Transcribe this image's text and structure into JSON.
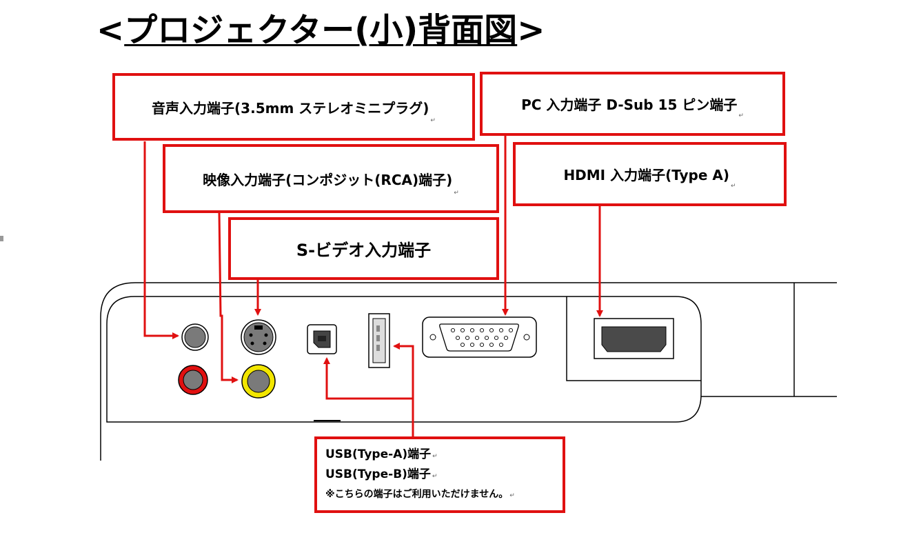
{
  "title": {
    "bracket_open": "<",
    "text": "プロジェクター(小)背面図",
    "bracket_close": ">"
  },
  "labels": {
    "audio_in": "音声入力端子(3.5mm ステレオミニプラグ)",
    "pc_in": "PC 入力端子 D-Sub 15 ピン端子",
    "video_in": "映像入力端子(コンポジット(RCA)端子)",
    "hdmi_in": "HDMI 入力端子(Type A)",
    "svideo_in": "S-ビデオ入力端子",
    "usb_a": "USB(Type-A)端子",
    "usb_b": "USB(Type-B)端子",
    "usb_note": "※こちらの端子はご利用いただけません。",
    "return_mark": "↵"
  },
  "colors": {
    "label_border": "#e01010",
    "arrow": "#e01010",
    "panel_outline": "#000000",
    "port_gray": "#7a7a7a",
    "rca_red": "#e01010",
    "rca_yellow": "#f2e600"
  }
}
